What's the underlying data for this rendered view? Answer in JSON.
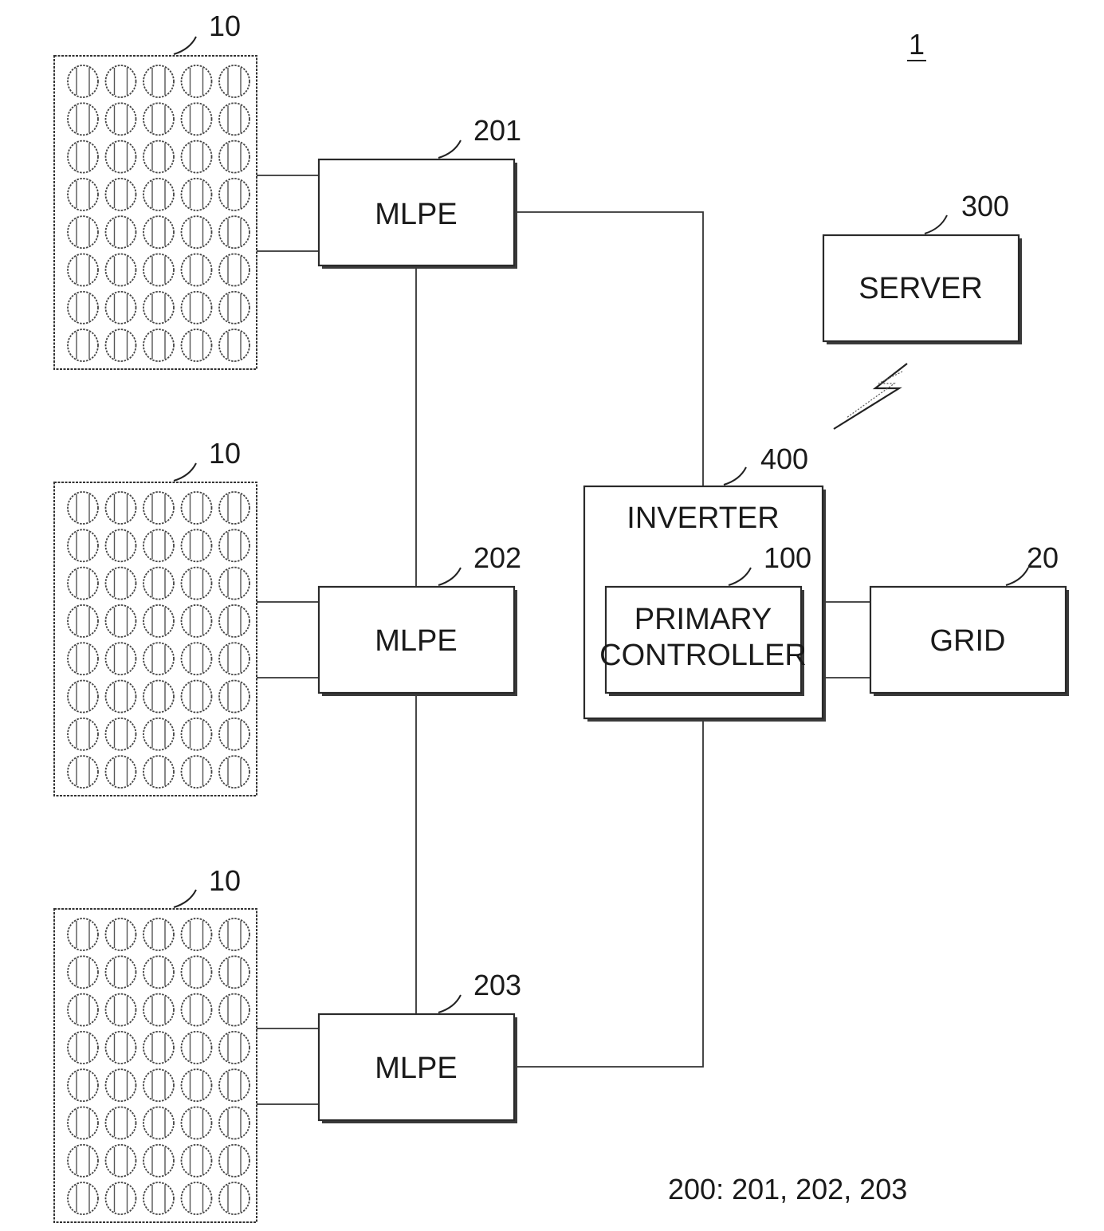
{
  "figure": {
    "ref_system": "1",
    "legend": "200: 201, 202, 203"
  },
  "panels": [
    {
      "ref": "10"
    },
    {
      "ref": "10"
    },
    {
      "ref": "10"
    }
  ],
  "mlpe": [
    {
      "ref": "201",
      "label": "MLPE"
    },
    {
      "ref": "202",
      "label": "MLPE"
    },
    {
      "ref": "203",
      "label": "MLPE"
    }
  ],
  "server": {
    "ref": "300",
    "label": "SERVER"
  },
  "inverter": {
    "ref": "400",
    "label": "INVERTER"
  },
  "controller": {
    "ref": "100",
    "label_line1": "PRIMARY",
    "label_line2": "CONTROLLER"
  },
  "grid": {
    "ref": "20",
    "label": "GRID"
  },
  "wireless_link": {
    "icon": "lightning-bolt-icon"
  }
}
